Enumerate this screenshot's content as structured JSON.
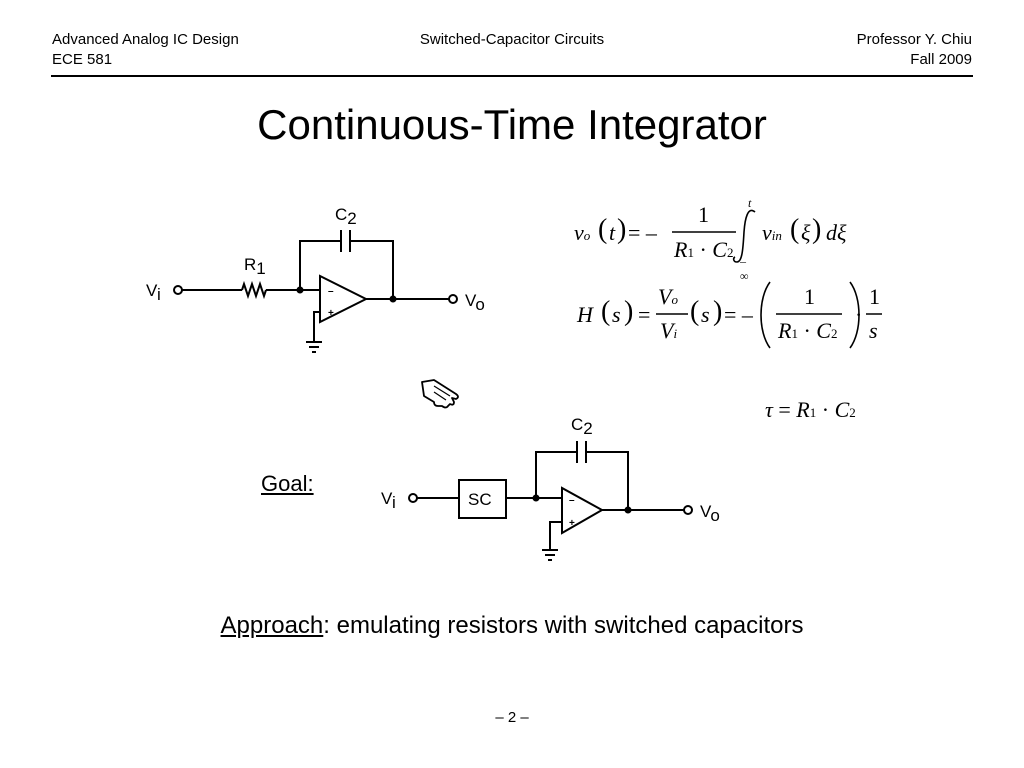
{
  "header": {
    "course_title": "Advanced Analog IC Design",
    "course_code": "ECE 581",
    "topic": "Switched-Capacitor Circuits",
    "instructor": "Professor Y. Chiu",
    "term": "Fall 2009"
  },
  "slide": {
    "title": "Continuous-Time Integrator",
    "goal_label": "Goal:",
    "approach_label": "Approach",
    "approach_text": ": emulating resistors with switched capacitors",
    "page_number": "– 2 –"
  },
  "circuit_top": {
    "vin": "V",
    "vin_sub": "i",
    "vout": "V",
    "vout_sub": "o",
    "r1": "R",
    "r1_sub": "1",
    "c2": "C",
    "c2_sub": "2",
    "minus": "–",
    "plus": "+"
  },
  "circuit_bottom": {
    "vin": "V",
    "vin_sub": "i",
    "vout": "V",
    "vout_sub": "o",
    "sc": "SC",
    "c2": "C",
    "c2_sub": "2",
    "minus": "–",
    "plus": "+"
  },
  "equations": {
    "eq1": {
      "lhs_v": "v",
      "lhs_sub": "o",
      "lhs_arg": "t",
      "eq": "= –",
      "num": "1",
      "den_r": "R",
      "den_r_sub": "1",
      "den_dot": "·",
      "den_c": "C",
      "den_c_sub": "2",
      "int_upper": "t",
      "int_lower": "–∞",
      "int_v": "v",
      "int_sub": "in",
      "int_arg": "ξ",
      "int_d": "dξ"
    },
    "eq2": {
      "lhs_h": "H",
      "lhs_arg": "s",
      "eq1": "=",
      "frac_num_v": "V",
      "frac_num_sub": "o",
      "frac_den_v": "V",
      "frac_den_sub": "i",
      "arg": "s",
      "eq2": "= –",
      "num": "1",
      "den_r": "R",
      "den_r_sub": "1",
      "den_dot": "·",
      "den_c": "C",
      "den_c_sub": "2",
      "dot": "·",
      "frac2_num": "1",
      "frac2_den": "s"
    },
    "tau": {
      "tau": "τ",
      "eq": "=",
      "r": "R",
      "r_sub": "1",
      "dot": "·",
      "c": "C",
      "c_sub": "2"
    }
  },
  "icons": {
    "hand": "pointing-hand-icon"
  }
}
